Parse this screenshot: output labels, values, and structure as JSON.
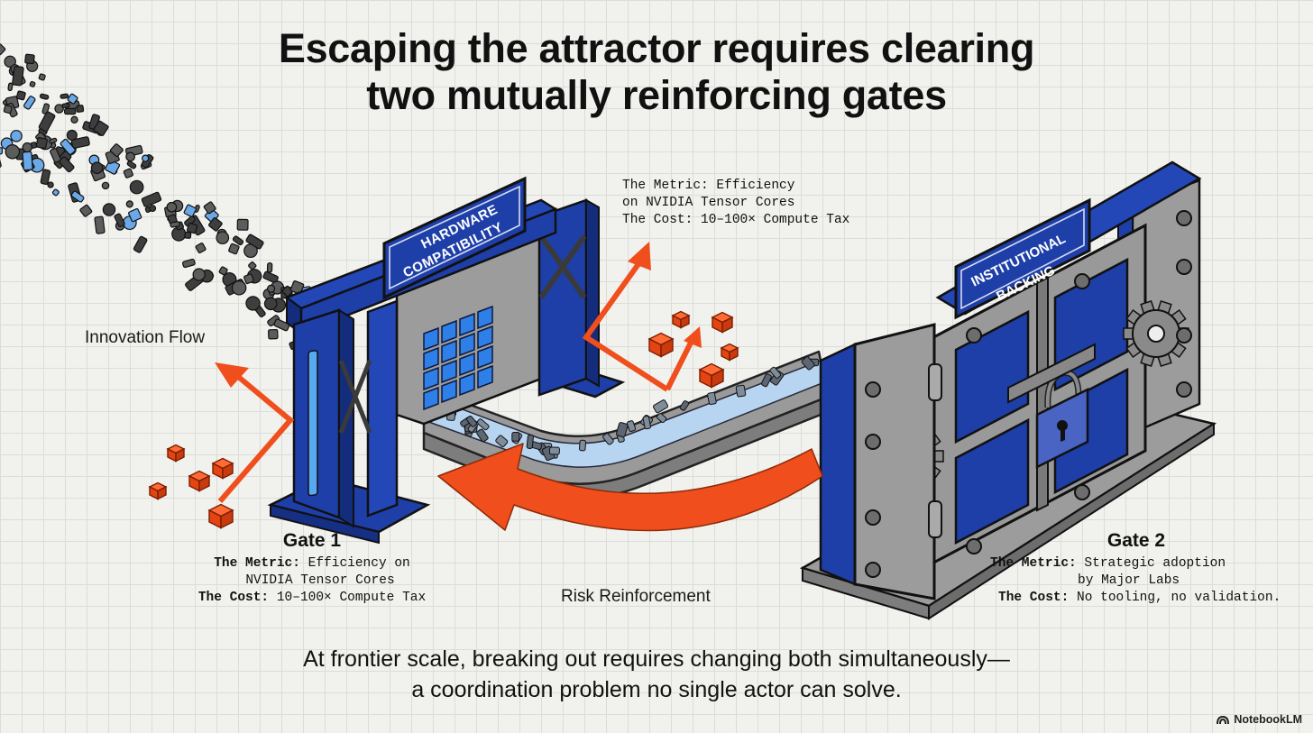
{
  "title": {
    "line1": "Escaping the attractor requires clearing",
    "line2": "two mutually reinforcing gates"
  },
  "gate1": {
    "sign": "HARDWARE COMPATIBILITY",
    "heading": "Gate 1",
    "metric_label": "The Metric:",
    "metric_line1": "Efficiency on",
    "metric_line2": "NVIDIA Tensor Cores",
    "cost_label": "The Cost:",
    "cost_value": "10–100× Compute Tax"
  },
  "gate2": {
    "sign": "INSTITUTIONAL BACKING",
    "heading": "Gate 2",
    "metric_label": "The Metric:",
    "metric_line1": "Strategic adoption",
    "metric_line2": "by Major Labs",
    "cost_label": "The Cost:",
    "cost_value": "No tooling, no validation."
  },
  "callout": {
    "line1": "The Metric: Efficiency",
    "line2": "on NVIDIA Tensor Cores",
    "line3": "The Cost: 10–100× Compute Tax"
  },
  "labels": {
    "innovation_flow": "Innovation Flow",
    "risk_reinforcement": "Risk Reinforcement"
  },
  "footer": {
    "line1": "At frontier scale, breaking out requires changing both simultaneously—",
    "line2": "a coordination problem no single actor can solve."
  },
  "brand": "NotebookLM",
  "colors": {
    "gate_blue": "#1e3fa8",
    "steel_gray": "#8e8e8e",
    "arrow_orange": "#f04e1c",
    "channel_blue": "#a9cdf0",
    "background": "#f1f1ee"
  }
}
